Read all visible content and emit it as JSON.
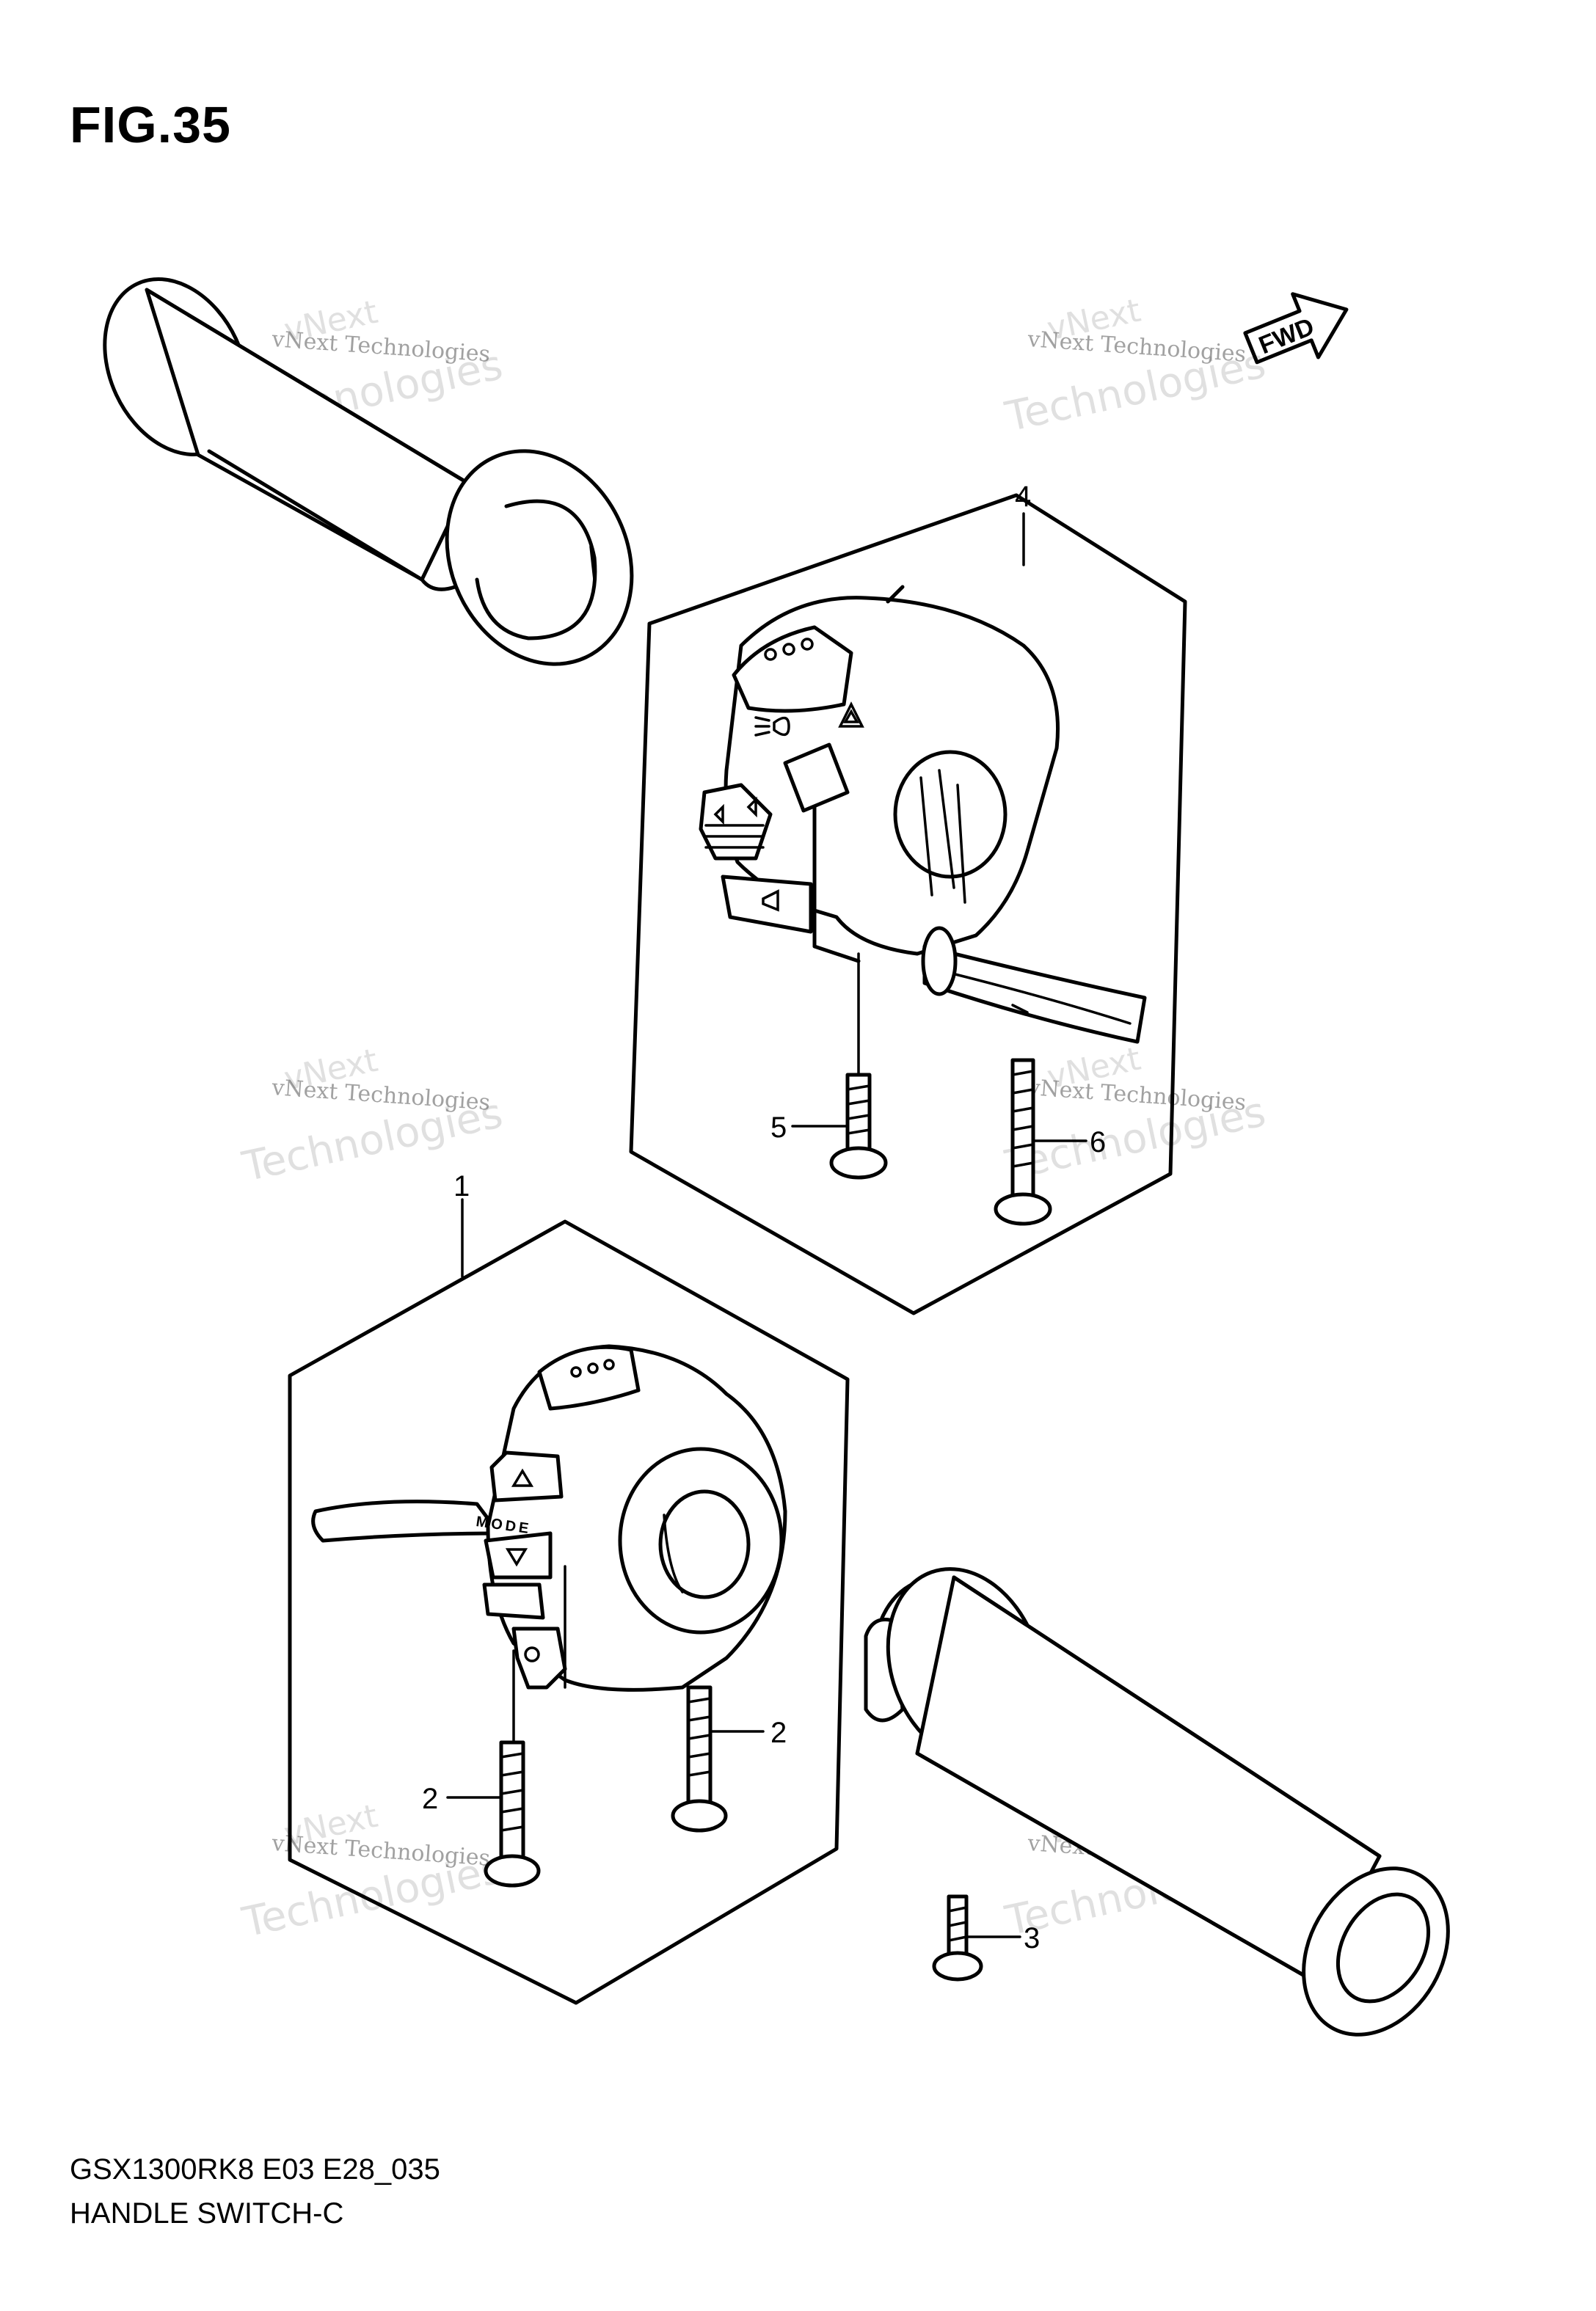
{
  "figure": {
    "title": "FIG.35",
    "model_code": "GSX1300RK8 E03 E28_035",
    "name": "HANDLE SWITCH-C"
  },
  "direction_arrow": {
    "label": "FWD"
  },
  "watermark": {
    "line_a": "vNext",
    "line_b": "vNext Technologies",
    "line_c": "Technologies"
  },
  "callouts": {
    "c1": "1",
    "c2a": "2",
    "c2b": "2",
    "c3": "3",
    "c4": "4",
    "c5": "5",
    "c6": "6"
  },
  "switch_markings": {
    "mode": "MODE"
  }
}
